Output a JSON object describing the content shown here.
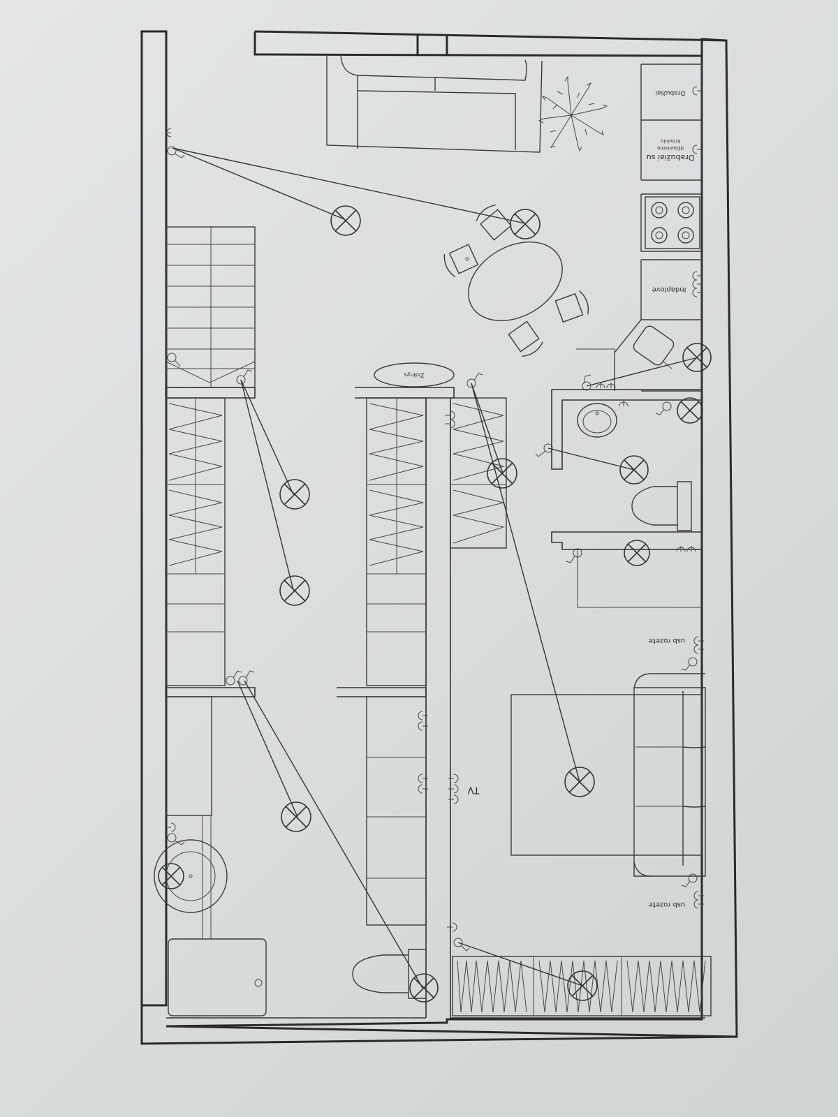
{
  "drawing": {
    "paper_color": "#dfe1e1",
    "ink_color": "#2a2a2a",
    "orientation": "upside-down"
  },
  "labels": {
    "zidinys": "Židinys",
    "drabuziai": "Drabužiai",
    "drabuziai_su_dziovinimu": "Drabužiai su",
    "drabuziai_su_dziovinimu_line2": "džiovinimo",
    "drabuziai_su_dziovinimu_line3": "kroviniu",
    "indaplove": "Indaplovė",
    "tv": "TV",
    "usb_rozete_upper": "usb rozete",
    "usb_rozete_lower": "usb rozete"
  },
  "symbols": {
    "ceiling_light": "ceiling-light-icon",
    "switch": "light-switch-icon",
    "socket": "socket-icon"
  }
}
